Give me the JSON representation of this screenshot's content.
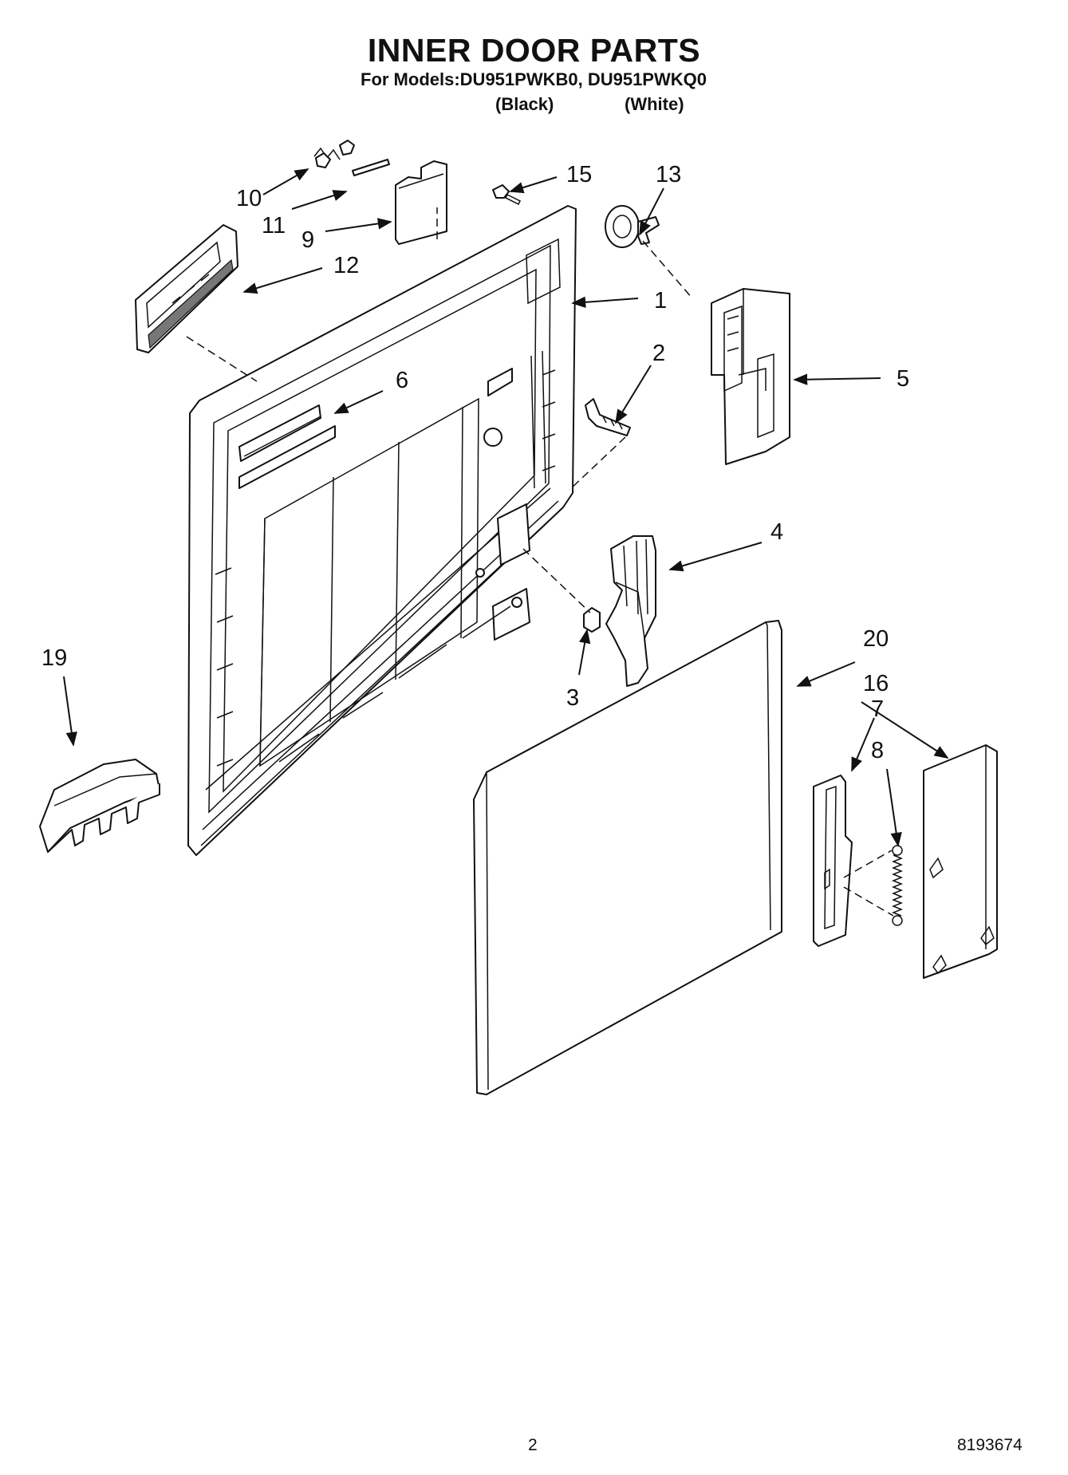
{
  "header": {
    "title": "INNER DOOR PARTS",
    "models_line": "For Models:DU951PWKB0, DU951PWKQ0",
    "variant_black": "(Black)",
    "variant_white": "(White)"
  },
  "callouts": [
    "1",
    "2",
    "3",
    "4",
    "5",
    "6",
    "7",
    "8",
    "9",
    "10",
    "11",
    "12",
    "13",
    "15",
    "16",
    "19",
    "20"
  ],
  "footer": {
    "page_number": "2",
    "doc_number": "8193674"
  }
}
